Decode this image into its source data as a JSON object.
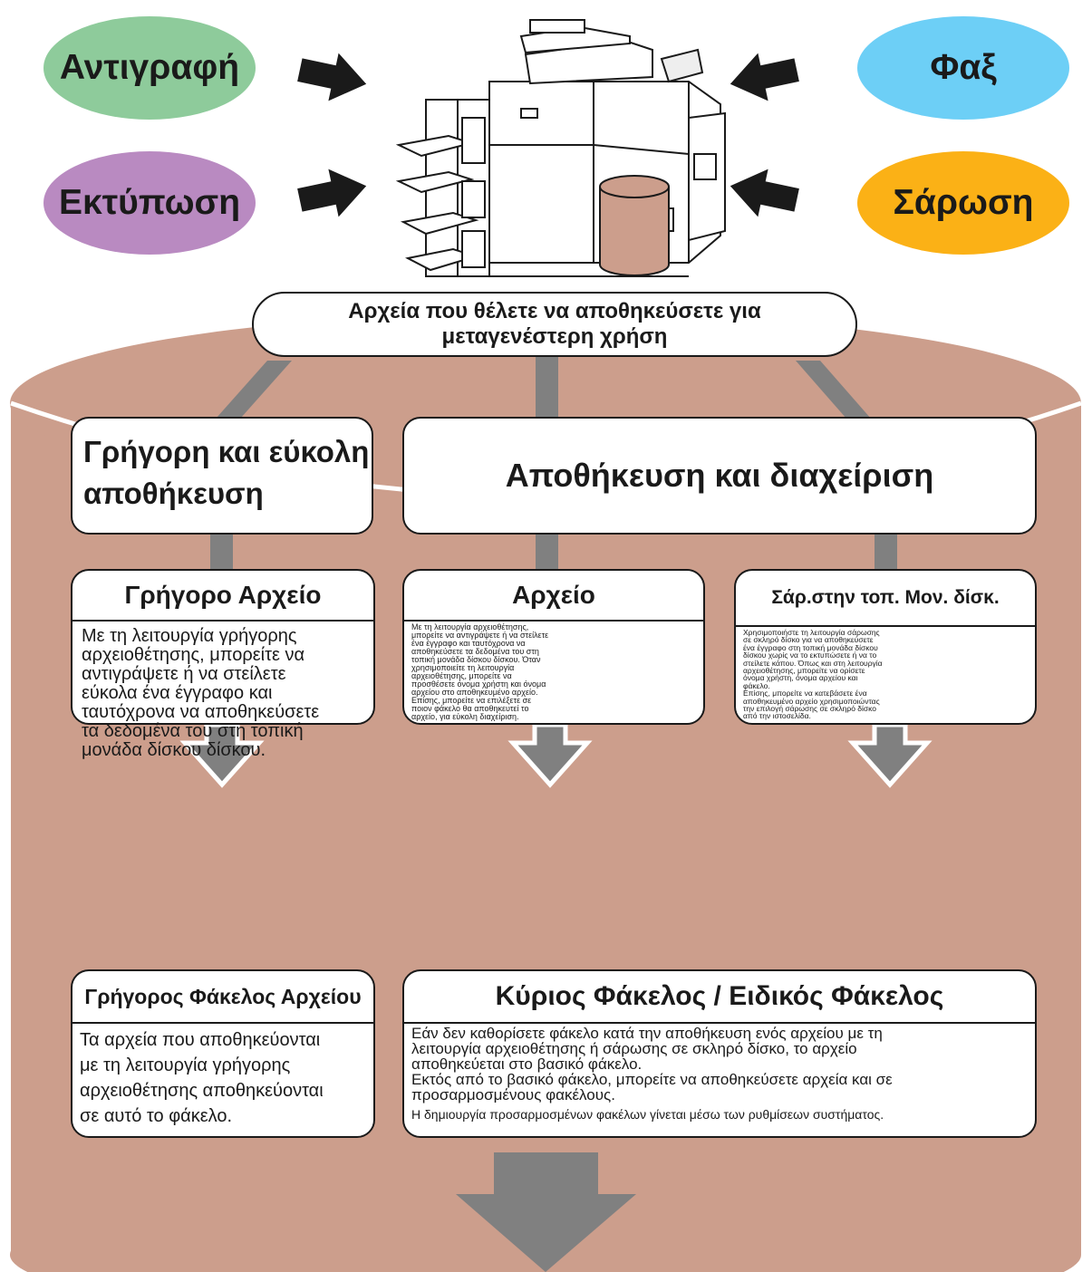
{
  "functions": {
    "copy": {
      "label": "Αντιγραφή",
      "color": "#8ecb9b"
    },
    "fax": {
      "label": "Φαξ",
      "color": "#6dcff6"
    },
    "print": {
      "label": "Εκτύπωση",
      "color": "#b98ac1"
    },
    "scan": {
      "label": "Σάρωση",
      "color": "#fbb116"
    }
  },
  "colors": {
    "cylinder": "#cc9e8c",
    "arrow": "#808080",
    "outline": "#1a1a1a"
  },
  "top_banner": {
    "text": "Αρχεία που θέλετε να αποθηκεύσετε για\nμεταγενέστερη χρήση"
  },
  "categories": {
    "quick_storage": "Γρήγορη και εύκολη\nαποθήκευση",
    "store_manage": "Αποθήκευση και διαχείριση"
  },
  "modes": {
    "quick_file": {
      "title": "Γρήγορο Αρχείο",
      "description": "Με τη λειτουργία γρήγορης\nαρχειοθέτησης, μπορείτε να\nαντιγράψετε ή να στείλετε\nεύκολα ένα έγγραφο και\nταυτόχρονα να αποθηκεύσετε\nτα δεδομένα του στη τοπική\nμονάδα δίσκου δίσκου."
    },
    "file": {
      "title": "Αρχείο",
      "description": "Με τη λειτουργία αρχειοθέτησης,\nμπορείτε να αντιγράψετε ή να στείλετε\nένα έγγραφο και ταυτόχρονα να\nαποθηκεύσετε τα δεδομένα του στη\nτοπική μονάδα δίσκου δίσκου. Όταν\nχρησιμοποιείτε τη λειτουργία\nαρχειοθέτησης, μπορείτε να\nπροσθέσετε όνομα χρήστη και όνομα\nαρχείου στο αποθηκευμένο αρχείο.\nΕπίσης, μπορείτε να επιλέξετε σε\nποιον φάκελο θα αποθηκευτεί το\nαρχείο, για εύκολη διαχείριση."
    },
    "scan_to_hdd": {
      "title": "Σάρ.στην τοπ. Μον. δίσκ.",
      "description": "Χρησιμοποιήστε τη λειτουργία σάρωσης\nσε σκληρό δίσκο για να αποθηκεύσετε\nένα έγγραφο στη τοπική μονάδα δίσκου\nδίσκου χωρίς να το εκτυπώσετε ή να το\nστείλετε κάπου. Όπως και στη λειτουργία\nαρχειοθέτησης, μπορείτε να ορίσετε\nόνομα χρήστη, όνομα αρχείου και\nφάκελο.\nΕπίσης, μπορείτε να κατεβάσετε ένα\nαποθηκευμένο αρχείο χρησιμοποιώντας\nτην επιλογή σάρωσης σε σκληρό δίσκο\nαπό την ιστοσελίδα."
    }
  },
  "folders": {
    "quick_folder": {
      "title": "Γρήγορος Φάκελος Αρχείου",
      "description": "Τα αρχεία που αποθηκεύονται\nμε τη λειτουργία γρήγορης\nαρχειοθέτησης αποθηκεύονται\nσε αυτό το φάκελο."
    },
    "main_custom": {
      "title": "Κύριος Φάκελος / Ειδικός Φάκελος",
      "description_1": "Εάν δεν καθορίσετε φάκελο κατά την αποθήκευση ενός αρχείου με τη\nλειτουργία αρχειοθέτησης ή σάρωσης σε σκληρό δίσκο, το αρχείο\nαποθηκεύεται στο βασικό φάκελο.\nΕκτός από το βασικό φάκελο, μπορείτε να αποθηκεύσετε αρχεία και σε\nπροσαρμοσμένους φακέλους.",
      "description_2": "Η δημιουργία προσαρμοσμένων φακέλων γίνεται μέσω των ρυθμίσεων συστήματος."
    }
  }
}
